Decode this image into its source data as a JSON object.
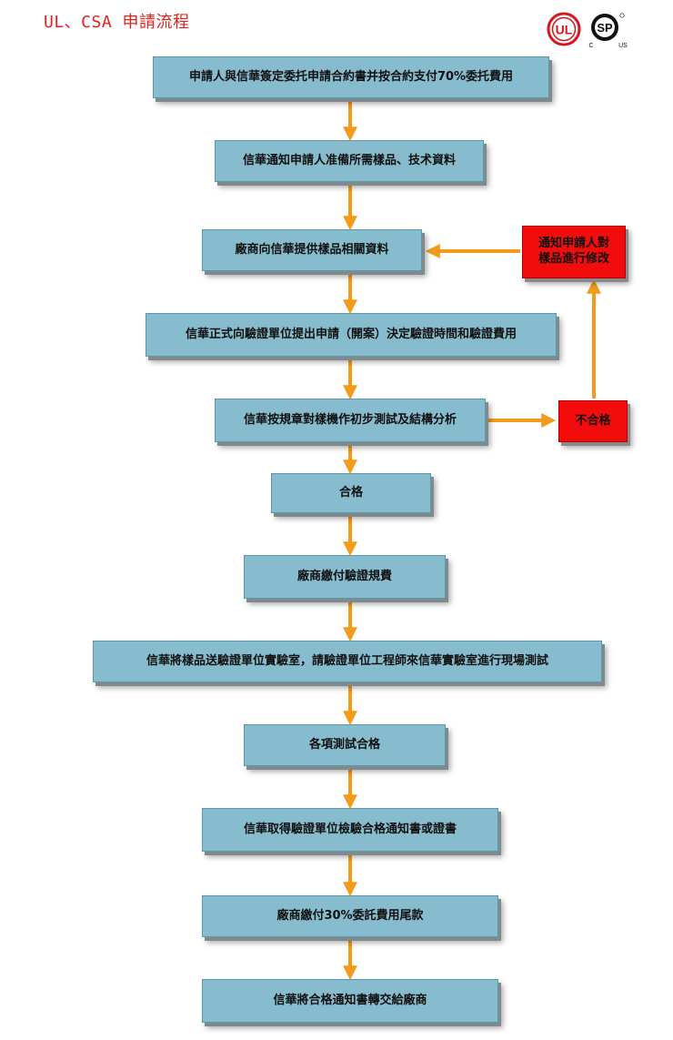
{
  "header": {
    "title": "UL、CSA 申請流程",
    "logos": {
      "ul": "UL",
      "csa": "SP",
      "csa_c": "C",
      "csa_us": "US"
    }
  },
  "colors": {
    "box_fill": "#86bccd",
    "red_fill": "#f20c0c",
    "arrow": "#f39b1a",
    "title": "#e8201c"
  },
  "flow": {
    "steps": [
      "申請人與信華簽定委托申請合約書并按合約支付70%委托費用",
      "信華通知申請人准備所需樣品、技术資料",
      "廠商向信華提供樣品相關資料",
      "信華正式向驗證單位提出申請（開案）決定驗證時間和驗證費用",
      "信華按規章對樣機作初步測試及結構分析",
      "合格",
      "廠商繳付驗證規費",
      "信華將樣品送驗證單位實驗室，請驗證單位工程師來信華實驗室進行現場測試",
      "各項測試合格",
      "信華取得驗證單位檢驗合格通知書或證書",
      "廠商繳付30%委託費用尾款",
      "信華將合格通知書轉交給廠商"
    ],
    "fail_label": "不合格",
    "notify_line1": "通知申請人對",
    "notify_line2": "樣品進行修改"
  }
}
